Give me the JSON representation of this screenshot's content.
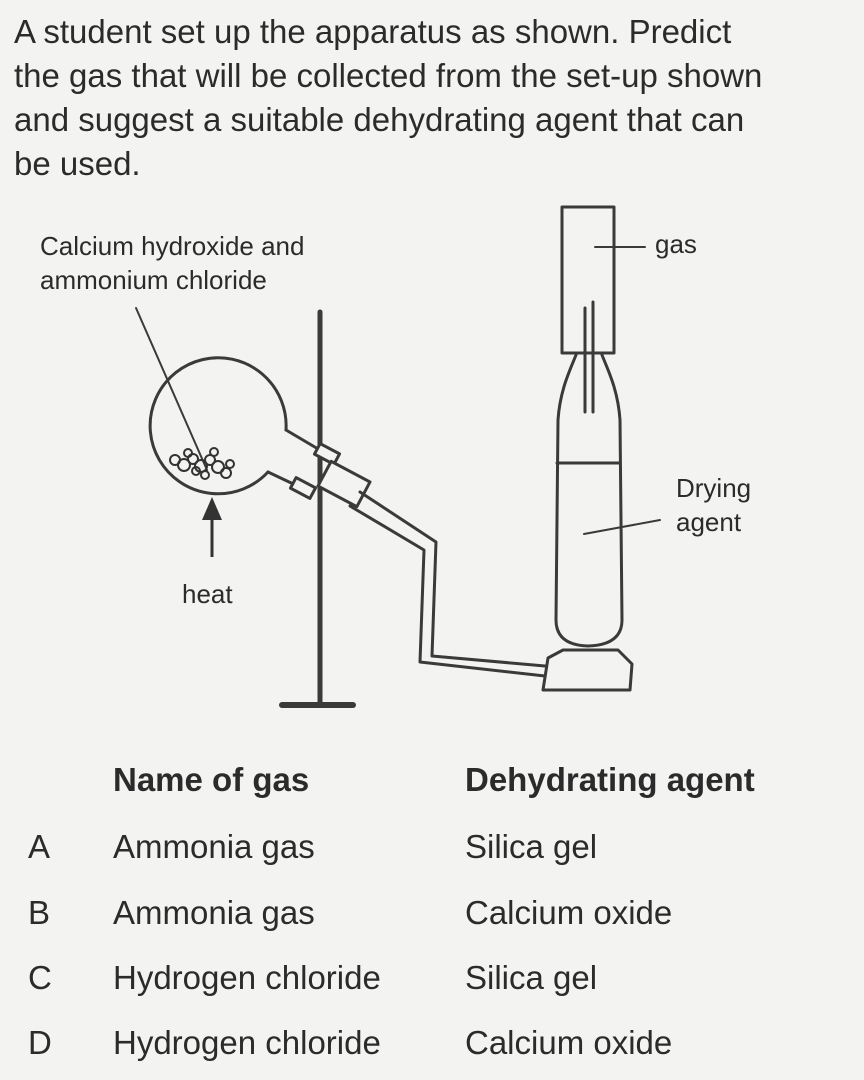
{
  "question": {
    "lines": [
      "A student set up the apparatus as shown. Predict",
      "the gas that will be collected from the set-up shown",
      "and suggest a suitable dehydrating agent that can",
      "be used."
    ]
  },
  "diagram": {
    "label_reactants_line1": "Calcium hydroxide and",
    "label_reactants_line2": "ammonium chloride",
    "label_heat": "heat",
    "label_gas": "gas",
    "label_drying_line1": "Drying",
    "label_drying_line2": "agent"
  },
  "table": {
    "header_gas": "Name of gas",
    "header_agent": "Dehydrating agent",
    "options": [
      {
        "letter": "A",
        "gas": "Ammonia gas",
        "agent": "Silica gel"
      },
      {
        "letter": "B",
        "gas": "Ammonia gas",
        "agent": "Calcium oxide"
      },
      {
        "letter": "C",
        "gas": "Hydrogen chloride",
        "agent": "Silica gel"
      },
      {
        "letter": "D",
        "gas": "Hydrogen chloride",
        "agent": "Calcium oxide"
      }
    ]
  }
}
